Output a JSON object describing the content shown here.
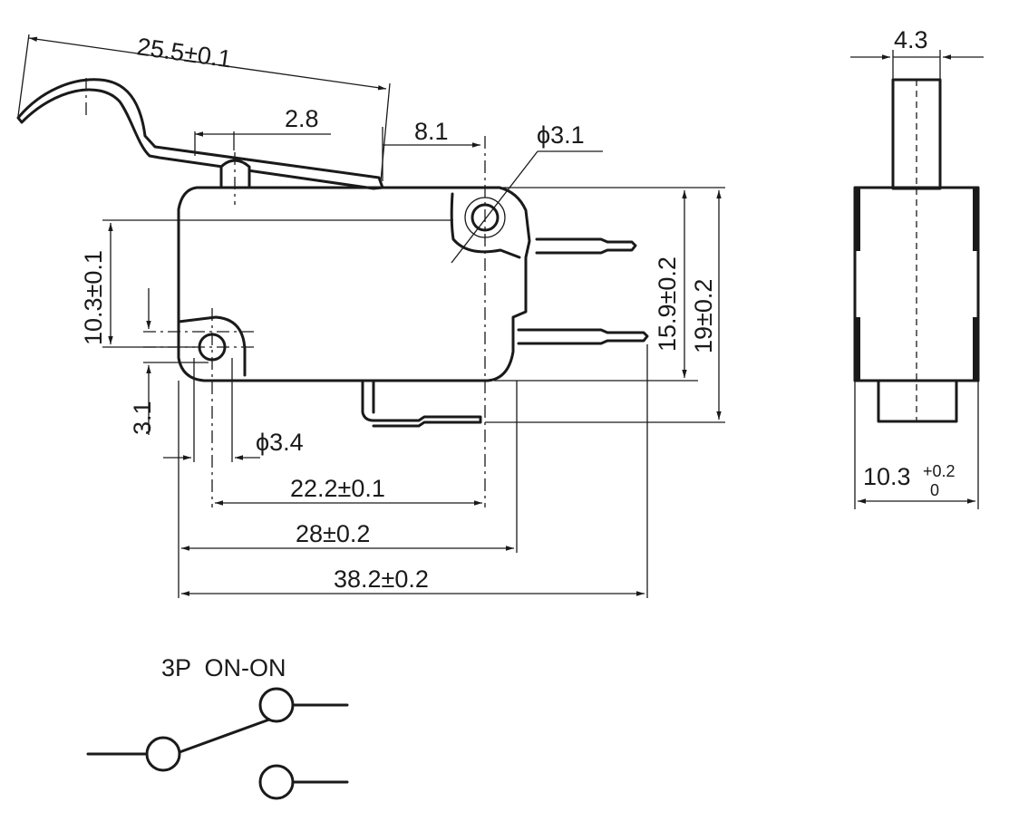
{
  "dimensions": {
    "lever_length": "25.5±0.1",
    "actuator_offset": "2.8",
    "pivot_offset": "8.1",
    "pivot_hole": "ϕ3.1",
    "hole_vertical_spacing": "10.3±0.1",
    "hole_to_bottom": "3.1",
    "mount_hole": "ϕ3.4",
    "hole_spacing": "22.2±0.1",
    "body_length": "28±0.2",
    "overall_length": "38.2±0.2",
    "terminal_height": "15.9±0.2",
    "body_height": "19±0.2",
    "plunger_width": "4.3",
    "body_width": "10.3",
    "body_width_tol_upper": "+0.2",
    "body_width_tol_lower": "0"
  },
  "schematic": {
    "label": "3P  ON-ON"
  }
}
